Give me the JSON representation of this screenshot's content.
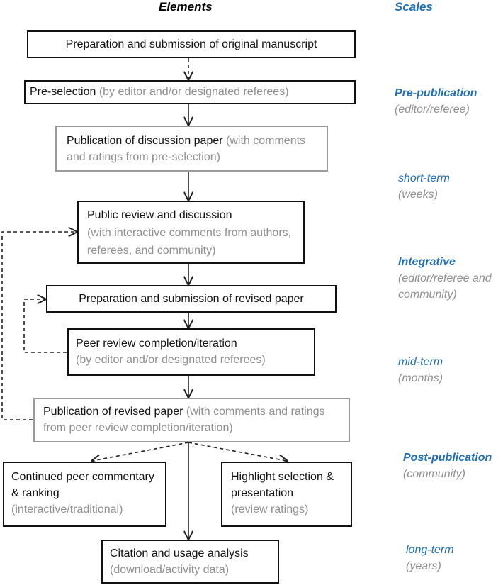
{
  "headers": {
    "elements": "Elements",
    "scales": "Scales"
  },
  "boxes": {
    "b1": {
      "main": "Preparation and submission of original manuscript",
      "sub": ""
    },
    "b2": {
      "main": "Pre-selection",
      "sub": " (by editor and/or designated referees)"
    },
    "b3": {
      "main": "Publication of discussion paper",
      "sub": " (with comments and ratings from pre-selection)"
    },
    "b4": {
      "main": "Public review and discussion",
      "sub": "(with interactive comments from authors, referees, and community)"
    },
    "b5": {
      "main": "Preparation and submission of revised paper",
      "sub": ""
    },
    "b6": {
      "main": "Peer review completion/iteration",
      "sub": "(by editor and/or designated referees)"
    },
    "b7": {
      "main": "Publication of revised paper",
      "sub": " (with comments and ratings from peer review completion/iteration)"
    },
    "b8": {
      "main": "Continued peer commentary & ranking",
      "sub": "(interactive/traditional)"
    },
    "b9": {
      "main": "Highlight selection & presentation",
      "sub": "(review ratings)"
    },
    "b10": {
      "main": "Citation and usage analysis",
      "sub": "(download/activity data)"
    }
  },
  "scales": {
    "s1": {
      "title": "Pre-publication",
      "desc": "(editor/referee)"
    },
    "s2": {
      "title": "short-term",
      "desc": "(weeks)"
    },
    "s3": {
      "title": "Integrative",
      "desc": "(editor/referee and community)"
    },
    "s4": {
      "title": "mid-term",
      "desc": "(months)"
    },
    "s5": {
      "title": "Post-publication",
      "desc": "(community)"
    },
    "s6": {
      "title": "long-term",
      "desc": "(years)"
    }
  },
  "colors": {
    "accent": "#1f6fb5",
    "grey_text": "#8f8f8f",
    "dark_border": "#111111",
    "light_border": "#9a9a9a"
  }
}
